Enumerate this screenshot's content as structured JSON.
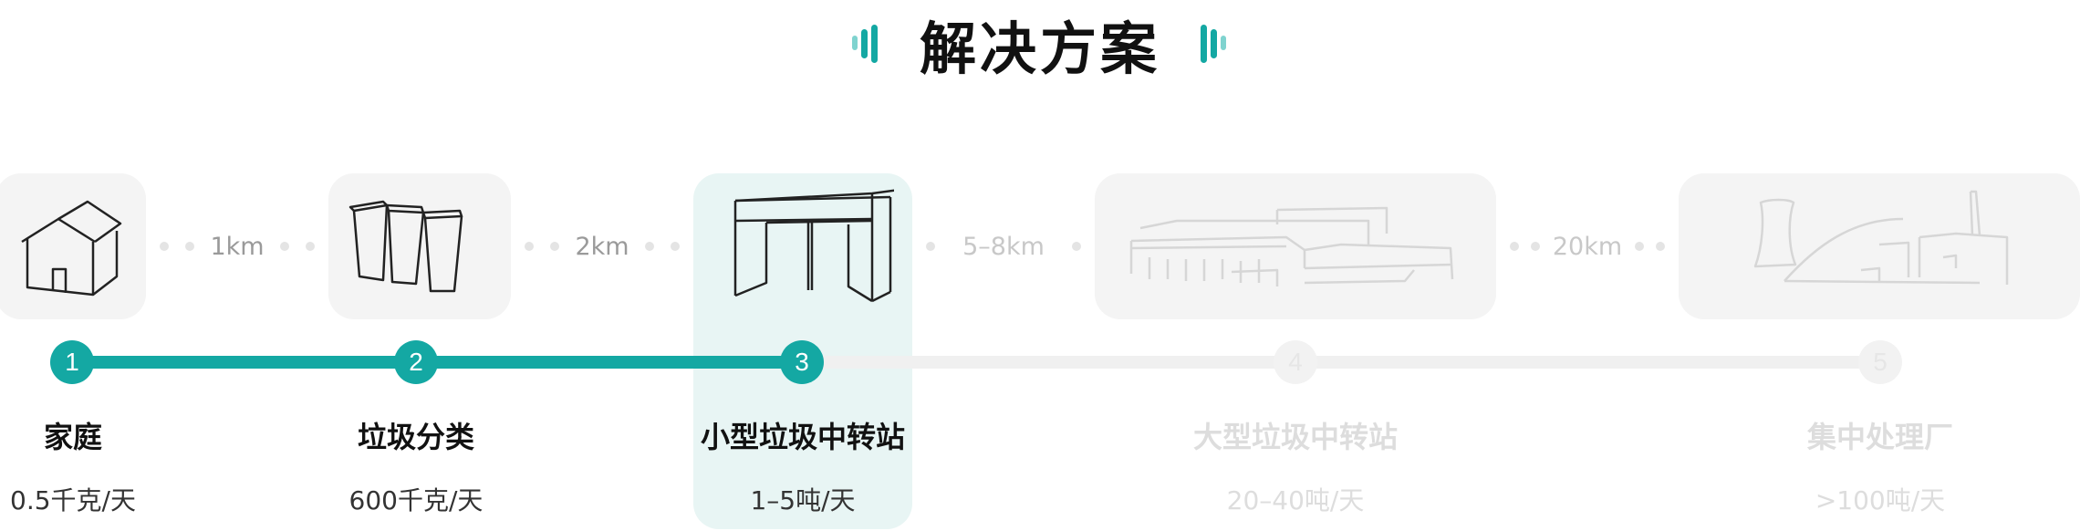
{
  "title": "解决方案",
  "colors": {
    "accent": "#14a8a3",
    "inactive": "#dddddd",
    "panel": "#f4f4f4",
    "highlight": "#e8f5f4"
  },
  "progress": {
    "active_steps": 3,
    "total_steps": 5
  },
  "steps": [
    {
      "number": "1",
      "name": "家庭",
      "rate": "0.5千克/天",
      "icon": "house-icon",
      "active": true
    },
    {
      "number": "2",
      "name": "垃圾分类",
      "rate": "600千克/天",
      "icon": "sorting-bins-icon",
      "active": true
    },
    {
      "number": "3",
      "name": "小型垃圾中转站",
      "rate": "1–5吨/天",
      "icon": "shed-icon",
      "active": true
    },
    {
      "number": "4",
      "name": "大型垃圾中转站",
      "rate": "20–40吨/天",
      "icon": "warehouse-icon",
      "active": false
    },
    {
      "number": "5",
      "name": "集中处理厂",
      "rate": ">100吨/天",
      "icon": "plant-icon",
      "active": false
    }
  ],
  "distances": [
    "1km",
    "2km",
    "5–8km",
    "20km"
  ]
}
